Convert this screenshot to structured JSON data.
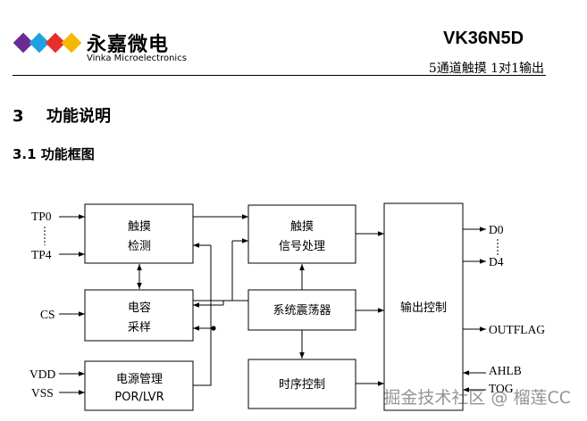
{
  "header": {
    "company_cn": "永嘉微电",
    "company_en": "Vinka Microelectronics",
    "part_no": "VK36N5D",
    "subtitle": "5通道触摸 1对1输出",
    "logo_colors": [
      "#6a2c91",
      "#1fa0e3",
      "#e4322b",
      "#f6b800"
    ]
  },
  "section": {
    "number": "3",
    "title": "功能说明"
  },
  "subsection": {
    "title": "3.1 功能框图"
  },
  "diagram": {
    "blocks": {
      "touch_detect": [
        "触摸",
        "检测"
      ],
      "cap_sample": [
        "电容",
        "采样"
      ],
      "power": [
        "电源管理",
        "POR/LVR"
      ],
      "signal_proc": [
        "触摸",
        "信号处理"
      ],
      "oscillator": "系统震荡器",
      "timing": "时序控制",
      "output_ctrl": "输出控制"
    },
    "pins": {
      "tp0": "TP0",
      "tp4": "TP4",
      "cs": "CS",
      "vdd": "VDD",
      "vss": "VSS",
      "d0": "D0",
      "d4": "D4",
      "outflag": "OUTFLAG",
      "ahlb": "AHLB",
      "tog": "TOG"
    }
  },
  "watermark": "掘金技术社区 @ 榴莲CC"
}
